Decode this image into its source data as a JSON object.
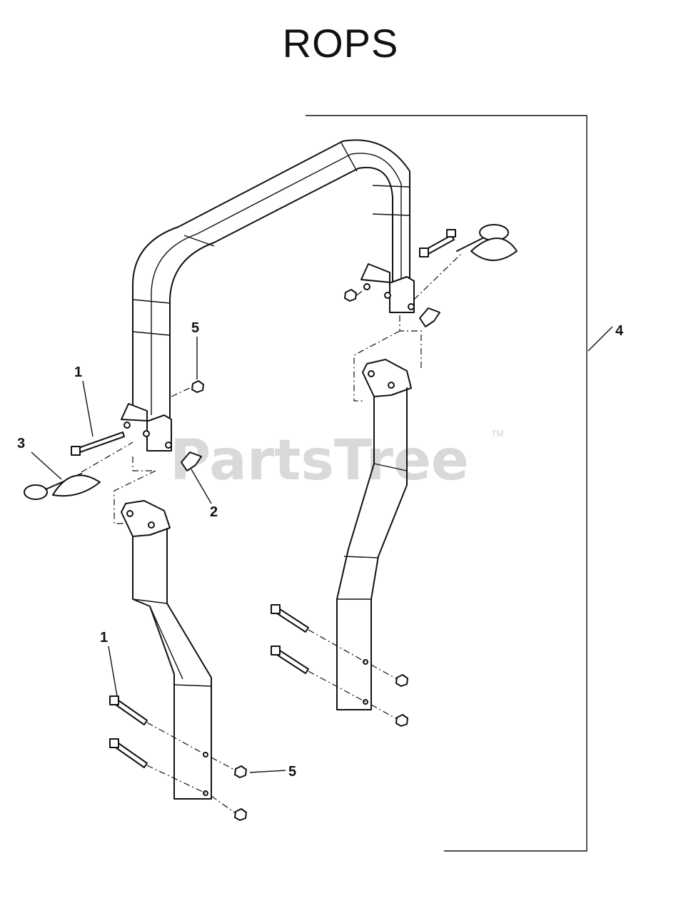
{
  "title": "ROPS",
  "watermark": "PartsTree",
  "watermark_mark": "TM",
  "callouts": {
    "c1_upper": "1",
    "c1_lower": "1",
    "c2": "2",
    "c3": "3",
    "c4": "4",
    "c5_upper": "5",
    "c5_lower": "5"
  },
  "parts": [
    {
      "callout": "1",
      "part": "bolt"
    },
    {
      "callout": "2",
      "part": "knob"
    },
    {
      "callout": "3",
      "part": "hitch-pin-with-clip"
    },
    {
      "callout": "4",
      "part": "rops-assembly"
    },
    {
      "callout": "5",
      "part": "nut"
    }
  ]
}
